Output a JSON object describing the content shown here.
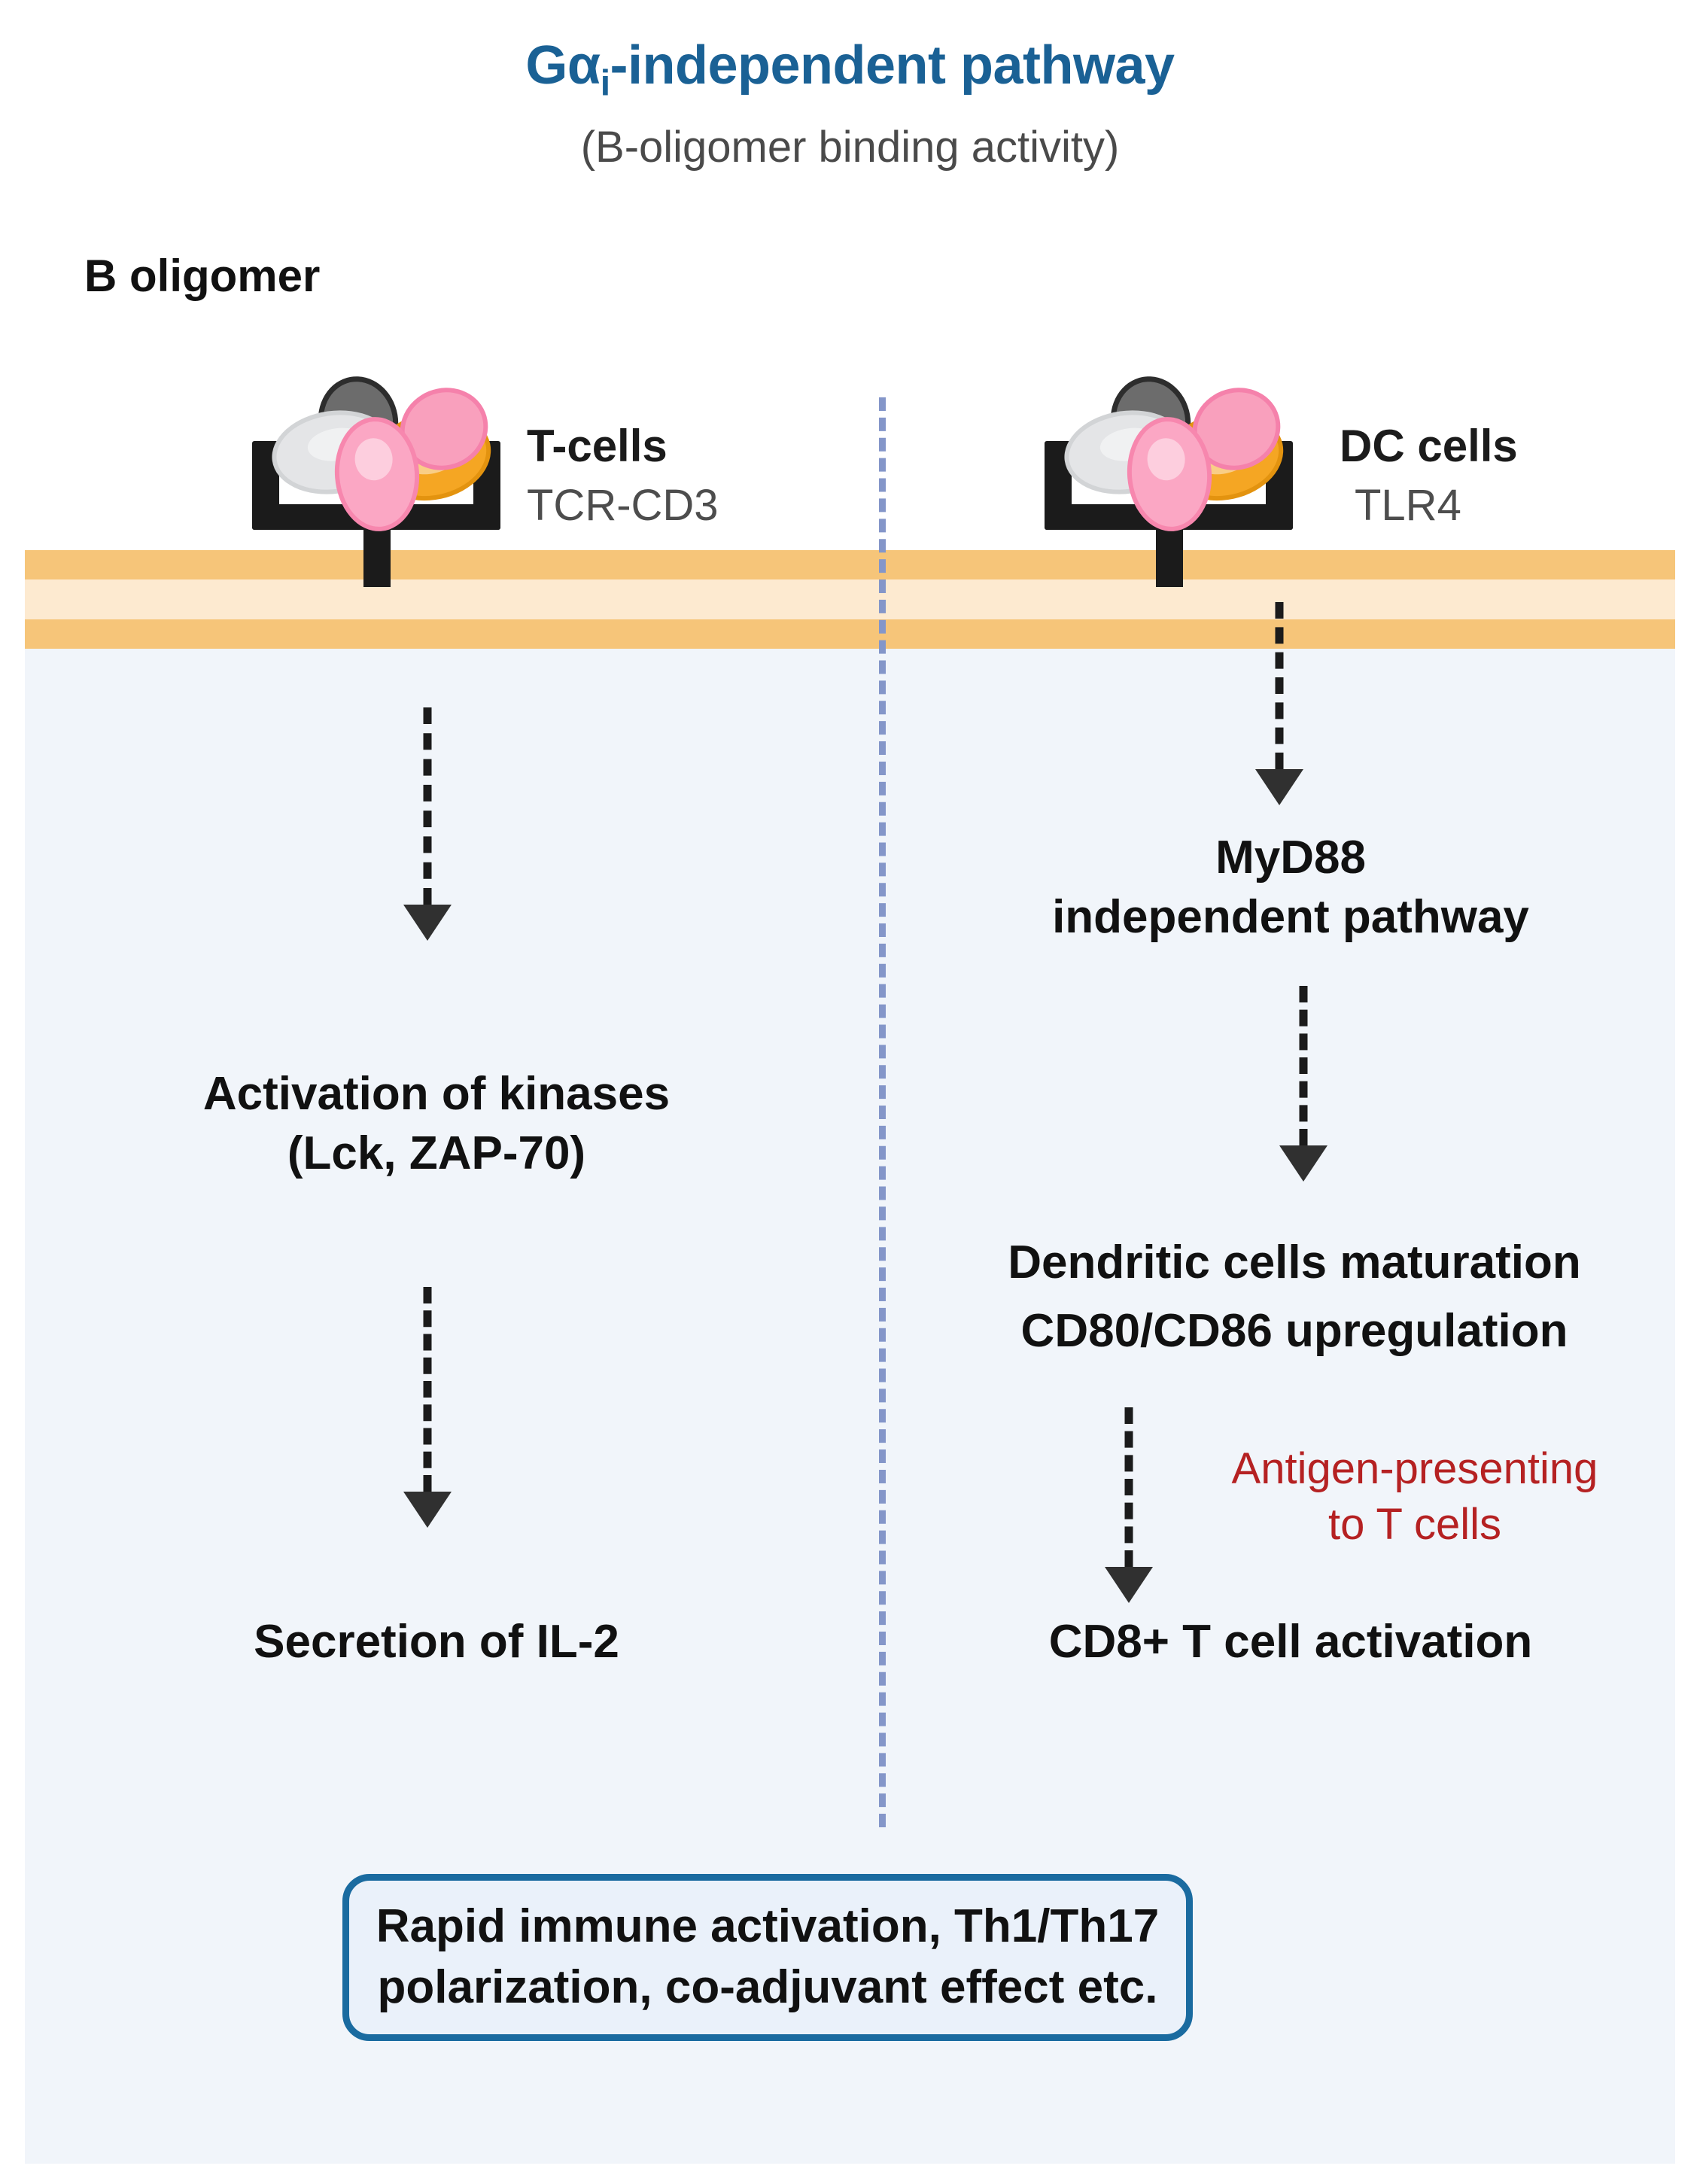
{
  "header": {
    "title_prefix": "G",
    "title_alpha": "α",
    "title_sub": "i",
    "title_suffix": "-independent pathway",
    "title_full": "Gαi-independent pathway",
    "subtitle": "(B-oligomer binding activity)",
    "title_color": "#1a6195",
    "subtitle_color": "#4a4a4a"
  },
  "ligand": {
    "label": "B oligomer"
  },
  "membrane": {
    "band_color": "#f6c579",
    "core_color": "#fdead0",
    "cytoplasm_color": "#f1f5fa"
  },
  "divider": {
    "color": "#8496c9",
    "style": "dashed"
  },
  "receptors": [
    {
      "id": "t-cell-receptor",
      "name": "T-cells",
      "sublabel": "TCR-CD3"
    },
    {
      "id": "dc-cell-receptor",
      "name": "DC cells",
      "sublabel": "TLR4"
    }
  ],
  "left_branch": {
    "nodes": [
      {
        "id": "activation-of-kinases",
        "line1": "Activation of kinases",
        "line2": "(Lck, ZAP-70)"
      },
      {
        "id": "secretion-of-il2",
        "line1": "Secretion of IL-2",
        "line2": ""
      }
    ]
  },
  "right_branch": {
    "nodes": [
      {
        "id": "myd88-pathway",
        "line1": "MyD88",
        "line2": "independent pathway"
      },
      {
        "id": "dc-maturation",
        "line1": "Dendritic cells maturation",
        "line2": "CD80/CD86  upregulation"
      },
      {
        "id": "cd8-activation",
        "line1": "CD8+ T cell activation",
        "line2": ""
      }
    ],
    "annotation": {
      "id": "antigen-presenting",
      "line1": "Antigen-presenting",
      "line2": "to T cells",
      "color": "#b52122"
    }
  },
  "outcome": {
    "text": "Rapid immune activation, Th1/Th17\npolarization, co-adjuvant effect etc.",
    "border_color": "#1a6ba0",
    "fill_color": "#eaf1fa"
  }
}
